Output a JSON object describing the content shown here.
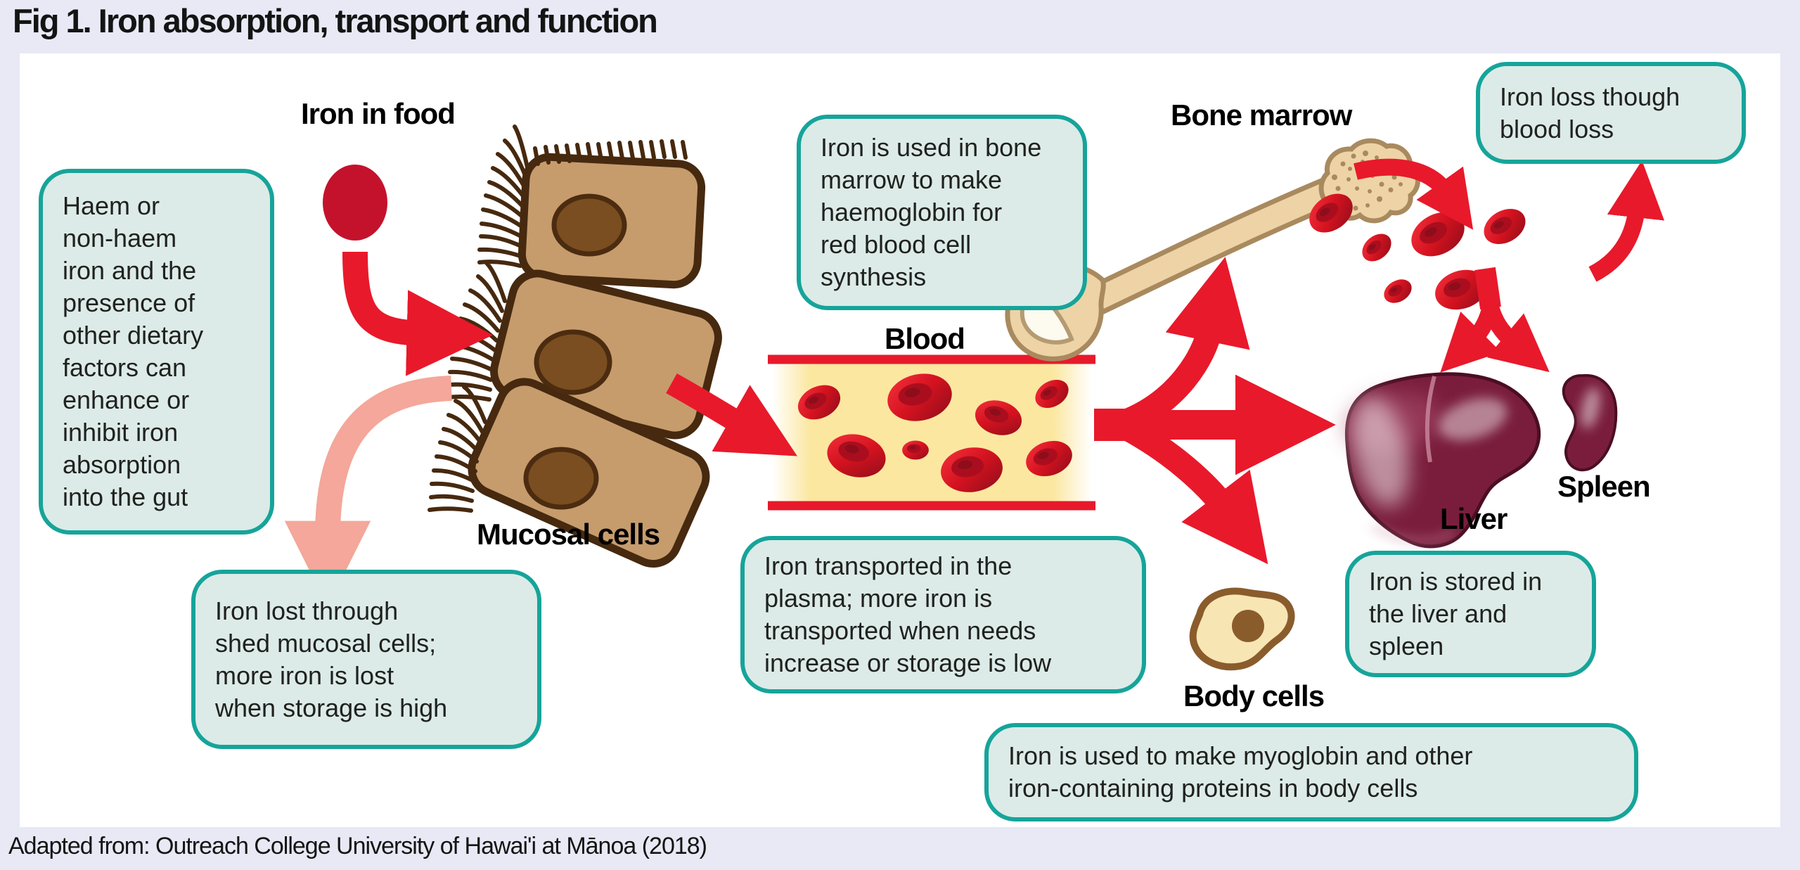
{
  "title": "Fig 1. Iron absorption, transport and function",
  "footer": "Adapted from: Outreach College University of Hawai'i at Mānoa (2018)",
  "labels": {
    "iron_in_food": "Iron in food",
    "mucosal_cells": "Mucosal cells",
    "blood": "Blood",
    "bone_marrow": "Bone marrow",
    "liver": "Liver",
    "spleen": "Spleen",
    "body_cells": "Body cells"
  },
  "callouts": {
    "haem": "Haem or\nnon-haem\niron and the\npresence of\nother dietary\nfactors can\nenhance or\ninhibit iron\nabsorption\ninto the gut",
    "marrow": "Iron is used in bone\nmarrow to make\nhaemoglobin for\nred blood cell\nsynthesis",
    "blood_loss": "Iron loss though\nblood loss",
    "shed": "Iron lost through\nshed mucosal cells;\nmore iron is lost\nwhen storage is high",
    "plasma": "Iron transported in the\nplasma; more iron is\ntransported when needs\nincrease or storage is low",
    "stored": "Iron is stored in\nthe liver and\nspleen",
    "myoglobin": "Iron is used to make myoglobin and other\niron-containing proteins in body cells"
  },
  "illustrations": [
    "iron-dot",
    "mucosal-cells",
    "blood-vessel",
    "red-blood-cells",
    "bone",
    "liver",
    "spleen",
    "body-cell",
    "red-arrows",
    "pink-arrow"
  ],
  "colors": {
    "background": "#e8e9f5",
    "panel": "#ffffff",
    "callout_fill": "#dcebe7",
    "callout_border": "#16a49a",
    "arrow_red": "#e8192b",
    "arrow_pink": "#f4a79a",
    "iron_dot": "#c4122d",
    "mucosal_cell": "#c69c6d",
    "cell_outline": "#46290f",
    "organ_maroon": "#7a1d3c",
    "vessel_yellow": "#fbe7a0",
    "bone_tan": "#eed3a6"
  }
}
